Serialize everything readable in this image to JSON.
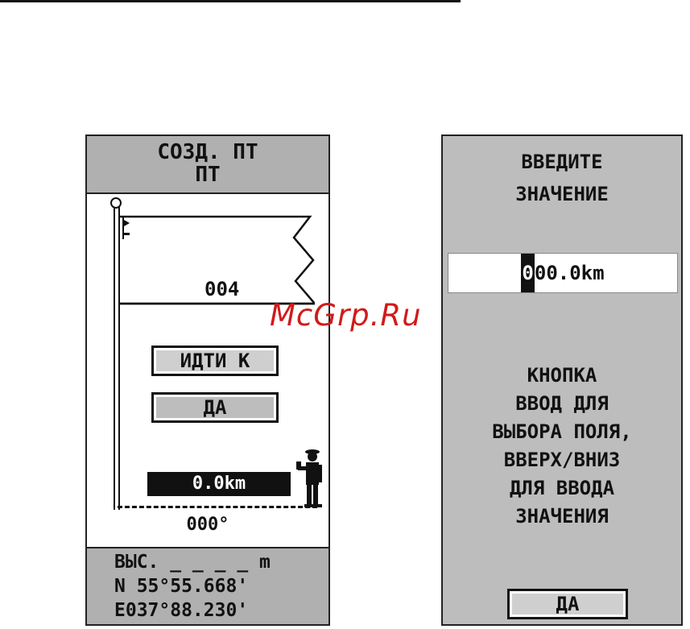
{
  "left_screen": {
    "header_line1": "СОЗД. ПТ",
    "header_line2": "ПТ",
    "waypoint_number": "004",
    "goto_button": "ИДТИ К",
    "ok_button": "ДА",
    "distance": "0.0km",
    "bearing": "000°",
    "footer": {
      "altitude": "ВЫС. _ _ _ _ m",
      "lat": "N  55°55.668'",
      "lon": "E037°88.230'"
    }
  },
  "right_screen": {
    "title_line1": "ВВЕДИТЕ",
    "title_line2": "ЗНАЧЕНИЕ",
    "entry_cursor": "0",
    "entry_rest": "00.0km",
    "help_lines": [
      "КНОПКА",
      "ВВОД ДЛЯ",
      "ВЫБОРА ПОЛЯ,",
      "ВВЕРХ/ВНИЗ",
      "ДЛЯ ВВОДА",
      "ЗНАЧЕНИЯ"
    ],
    "ok_button": "ДА"
  },
  "watermark": "McGrp.Ru",
  "colors": {
    "watermark": "#d11a1a",
    "screen_gray": "#bcbcbc"
  }
}
